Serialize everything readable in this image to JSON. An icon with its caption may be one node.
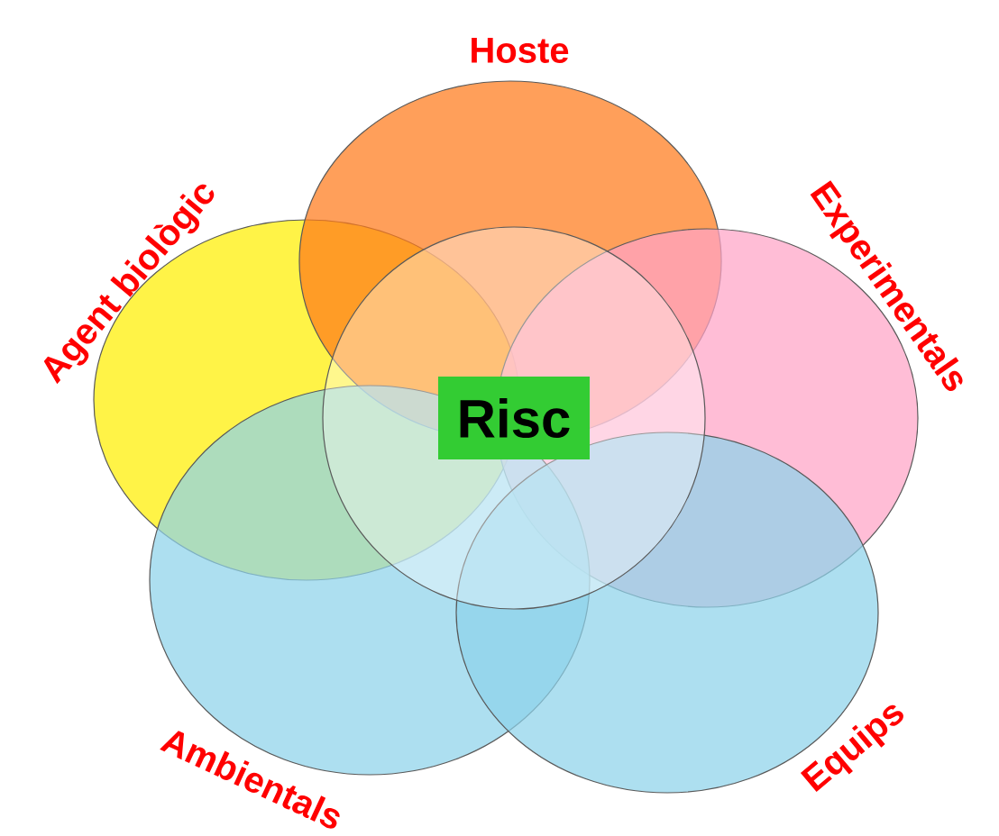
{
  "diagram": {
    "nodes": [
      {
        "text": [
          "Agent biològic"
        ]
      },
      {
        "text": [
          "Hoste"
        ]
      },
      {
        "text": [
          "Experimentals"
        ]
      },
      {
        "text": [
          "Ambientals"
        ]
      },
      {
        "text": [
          "Equips"
        ]
      },
      {
        "text": [],
        "shape": "circle"
      },
      {
        "text": [
          "Risc"
        ],
        "in": 5
      }
    ]
  }
}
